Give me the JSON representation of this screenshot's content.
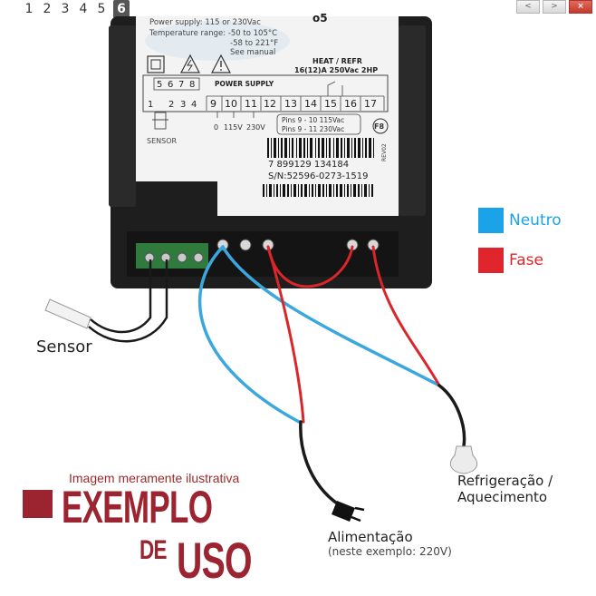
{
  "pager": {
    "pages": [
      "1",
      "2",
      "3",
      "4",
      "5",
      "6"
    ],
    "active": "6"
  },
  "window_buttons": {
    "prev": "<",
    "next": ">",
    "close": "×"
  },
  "device": {
    "spec_lines": [
      "Power supply: 115 or 230Vac",
      "Temperature range: -50 to 105°C",
      "-58 to 221°F",
      "See manual"
    ],
    "logo_fragment": "o5",
    "heat_label": "HEAT / REFR",
    "rating": "16(12)A 250Vac 2HP",
    "sensor_terminals": [
      "5",
      "6",
      "7",
      "8"
    ],
    "lower_terminals": [
      "1",
      "2",
      "3",
      "4"
    ],
    "power_supply_label": "POWER SUPPLY",
    "terminals": [
      "9",
      "10",
      "11",
      "12",
      "13",
      "14",
      "15",
      "16",
      "17"
    ],
    "voltage_marks": [
      "0",
      "115V",
      "230V"
    ],
    "pins_lines": [
      "Pins 9 - 10  115Vac",
      "Pins 9 - 11  230Vac"
    ],
    "f8": "F8",
    "sensor_label": "SENSOR",
    "barcode_number": "7  899129  134184",
    "serial": "S/N:52596-0273-1519",
    "rev": "REV02"
  },
  "legend": [
    {
      "label": "Neutro",
      "color": "#1aa3e8",
      "text_color": "#1aa3e8"
    },
    {
      "label": "Fase",
      "color": "#e0262c",
      "text_color": "#e0262c"
    }
  ],
  "labels": {
    "sensor": "Sensor",
    "power": "Alimentação",
    "power_note": "(neste exemplo: 220V)",
    "load_line1": "Refrigeração /",
    "load_line2": "Aquecimento"
  },
  "watermark": {
    "small": "Imagem meramente ilustrativa",
    "big1": "EXEMPLO",
    "big2a": "DE",
    "big2b": "USO"
  },
  "colors": {
    "neutral_wire": "#3aa7de",
    "phase_wire": "#d9262b",
    "black_wire": "#1a1a1a",
    "brand_red": "#9c2430"
  }
}
